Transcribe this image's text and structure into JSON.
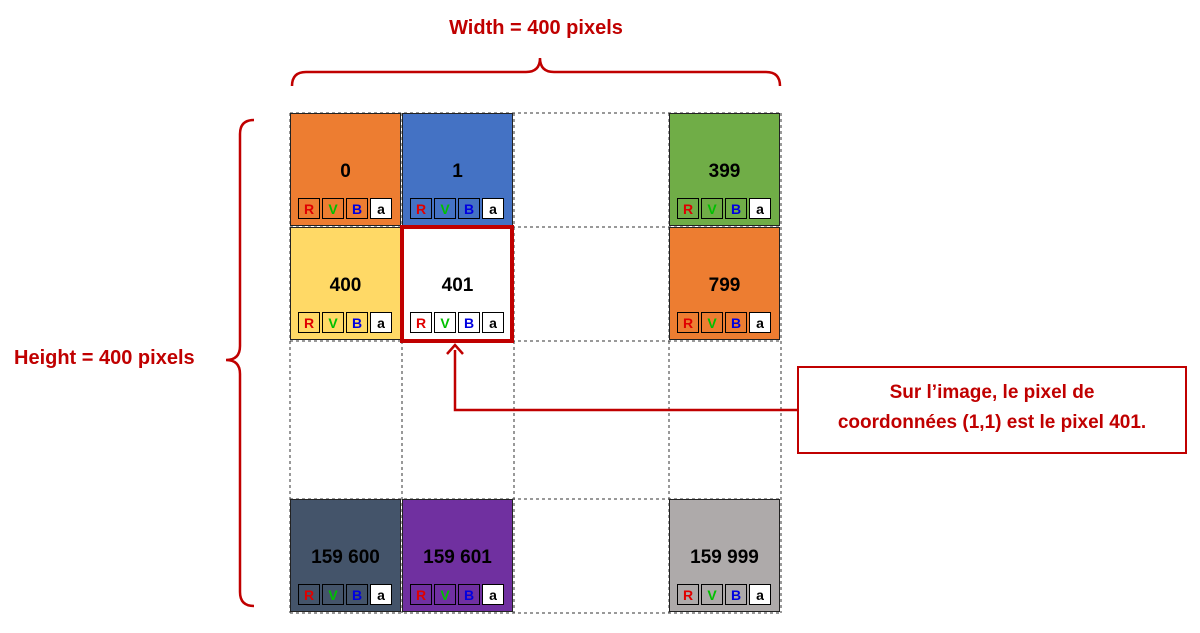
{
  "labels": {
    "width": "Width = 400 pixels",
    "height": "Height = 400 pixels"
  },
  "channels": [
    "R",
    "V",
    "B",
    "a"
  ],
  "pixels": [
    {
      "number": "0",
      "color": "#ed7d31"
    },
    {
      "number": "1",
      "color": "#4472c4"
    },
    {
      "number": "399",
      "color": "#70ad47"
    },
    {
      "number": "400",
      "color": "#ffd966"
    },
    {
      "number": "401",
      "color": "#ffffff"
    },
    {
      "number": "799",
      "color": "#ed7d31"
    },
    {
      "number": "159 600",
      "color": "#44546a"
    },
    {
      "number": "159 601",
      "color": "#7030a0"
    },
    {
      "number": "159 999",
      "color": "#aeaaaa"
    }
  ],
  "annotation": {
    "line1": "Sur l’image, le pixel de",
    "line2": "coordonnées (1,1) est le pixel 401."
  },
  "accent_color": "#c00000"
}
